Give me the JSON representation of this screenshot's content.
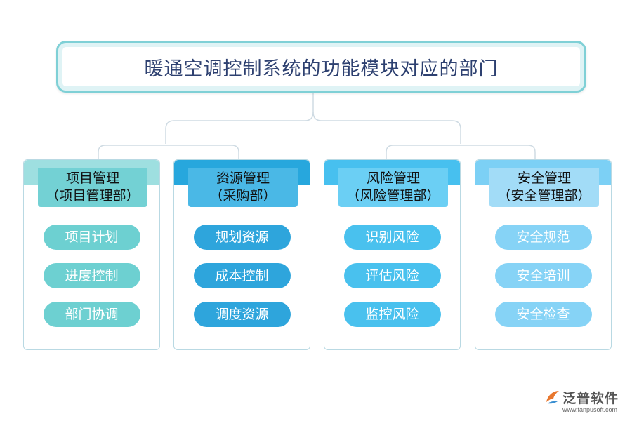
{
  "title": "暖通空调控制系统的功能模块对应的部门",
  "modules": [
    {
      "name": "项目管理",
      "department": "（项目管理部）",
      "items": [
        "项目计划",
        "进度控制",
        "部门协调"
      ]
    },
    {
      "name": "资源管理",
      "department": "（采购部）",
      "items": [
        "规划资源",
        "成本控制",
        "调度资源"
      ]
    },
    {
      "name": "风险管理",
      "department": "（风险管理部）",
      "items": [
        "识别风险",
        "评估风险",
        "监控风险"
      ]
    },
    {
      "name": "安全管理",
      "department": "（安全管理部）",
      "items": [
        "安全规范",
        "安全培训",
        "安全检查"
      ]
    }
  ],
  "logo": {
    "name": "泛普软件",
    "url": "www.fanpusoft.com"
  },
  "colors": {
    "title_border": "#7fd0d6",
    "title_text": "#2d4070",
    "connector": "#cfdbe3",
    "module_1": "#6dd0d1",
    "module_2": "#2ea5dc",
    "module_3": "#49c1ee",
    "module_4": "#86d3f6"
  }
}
